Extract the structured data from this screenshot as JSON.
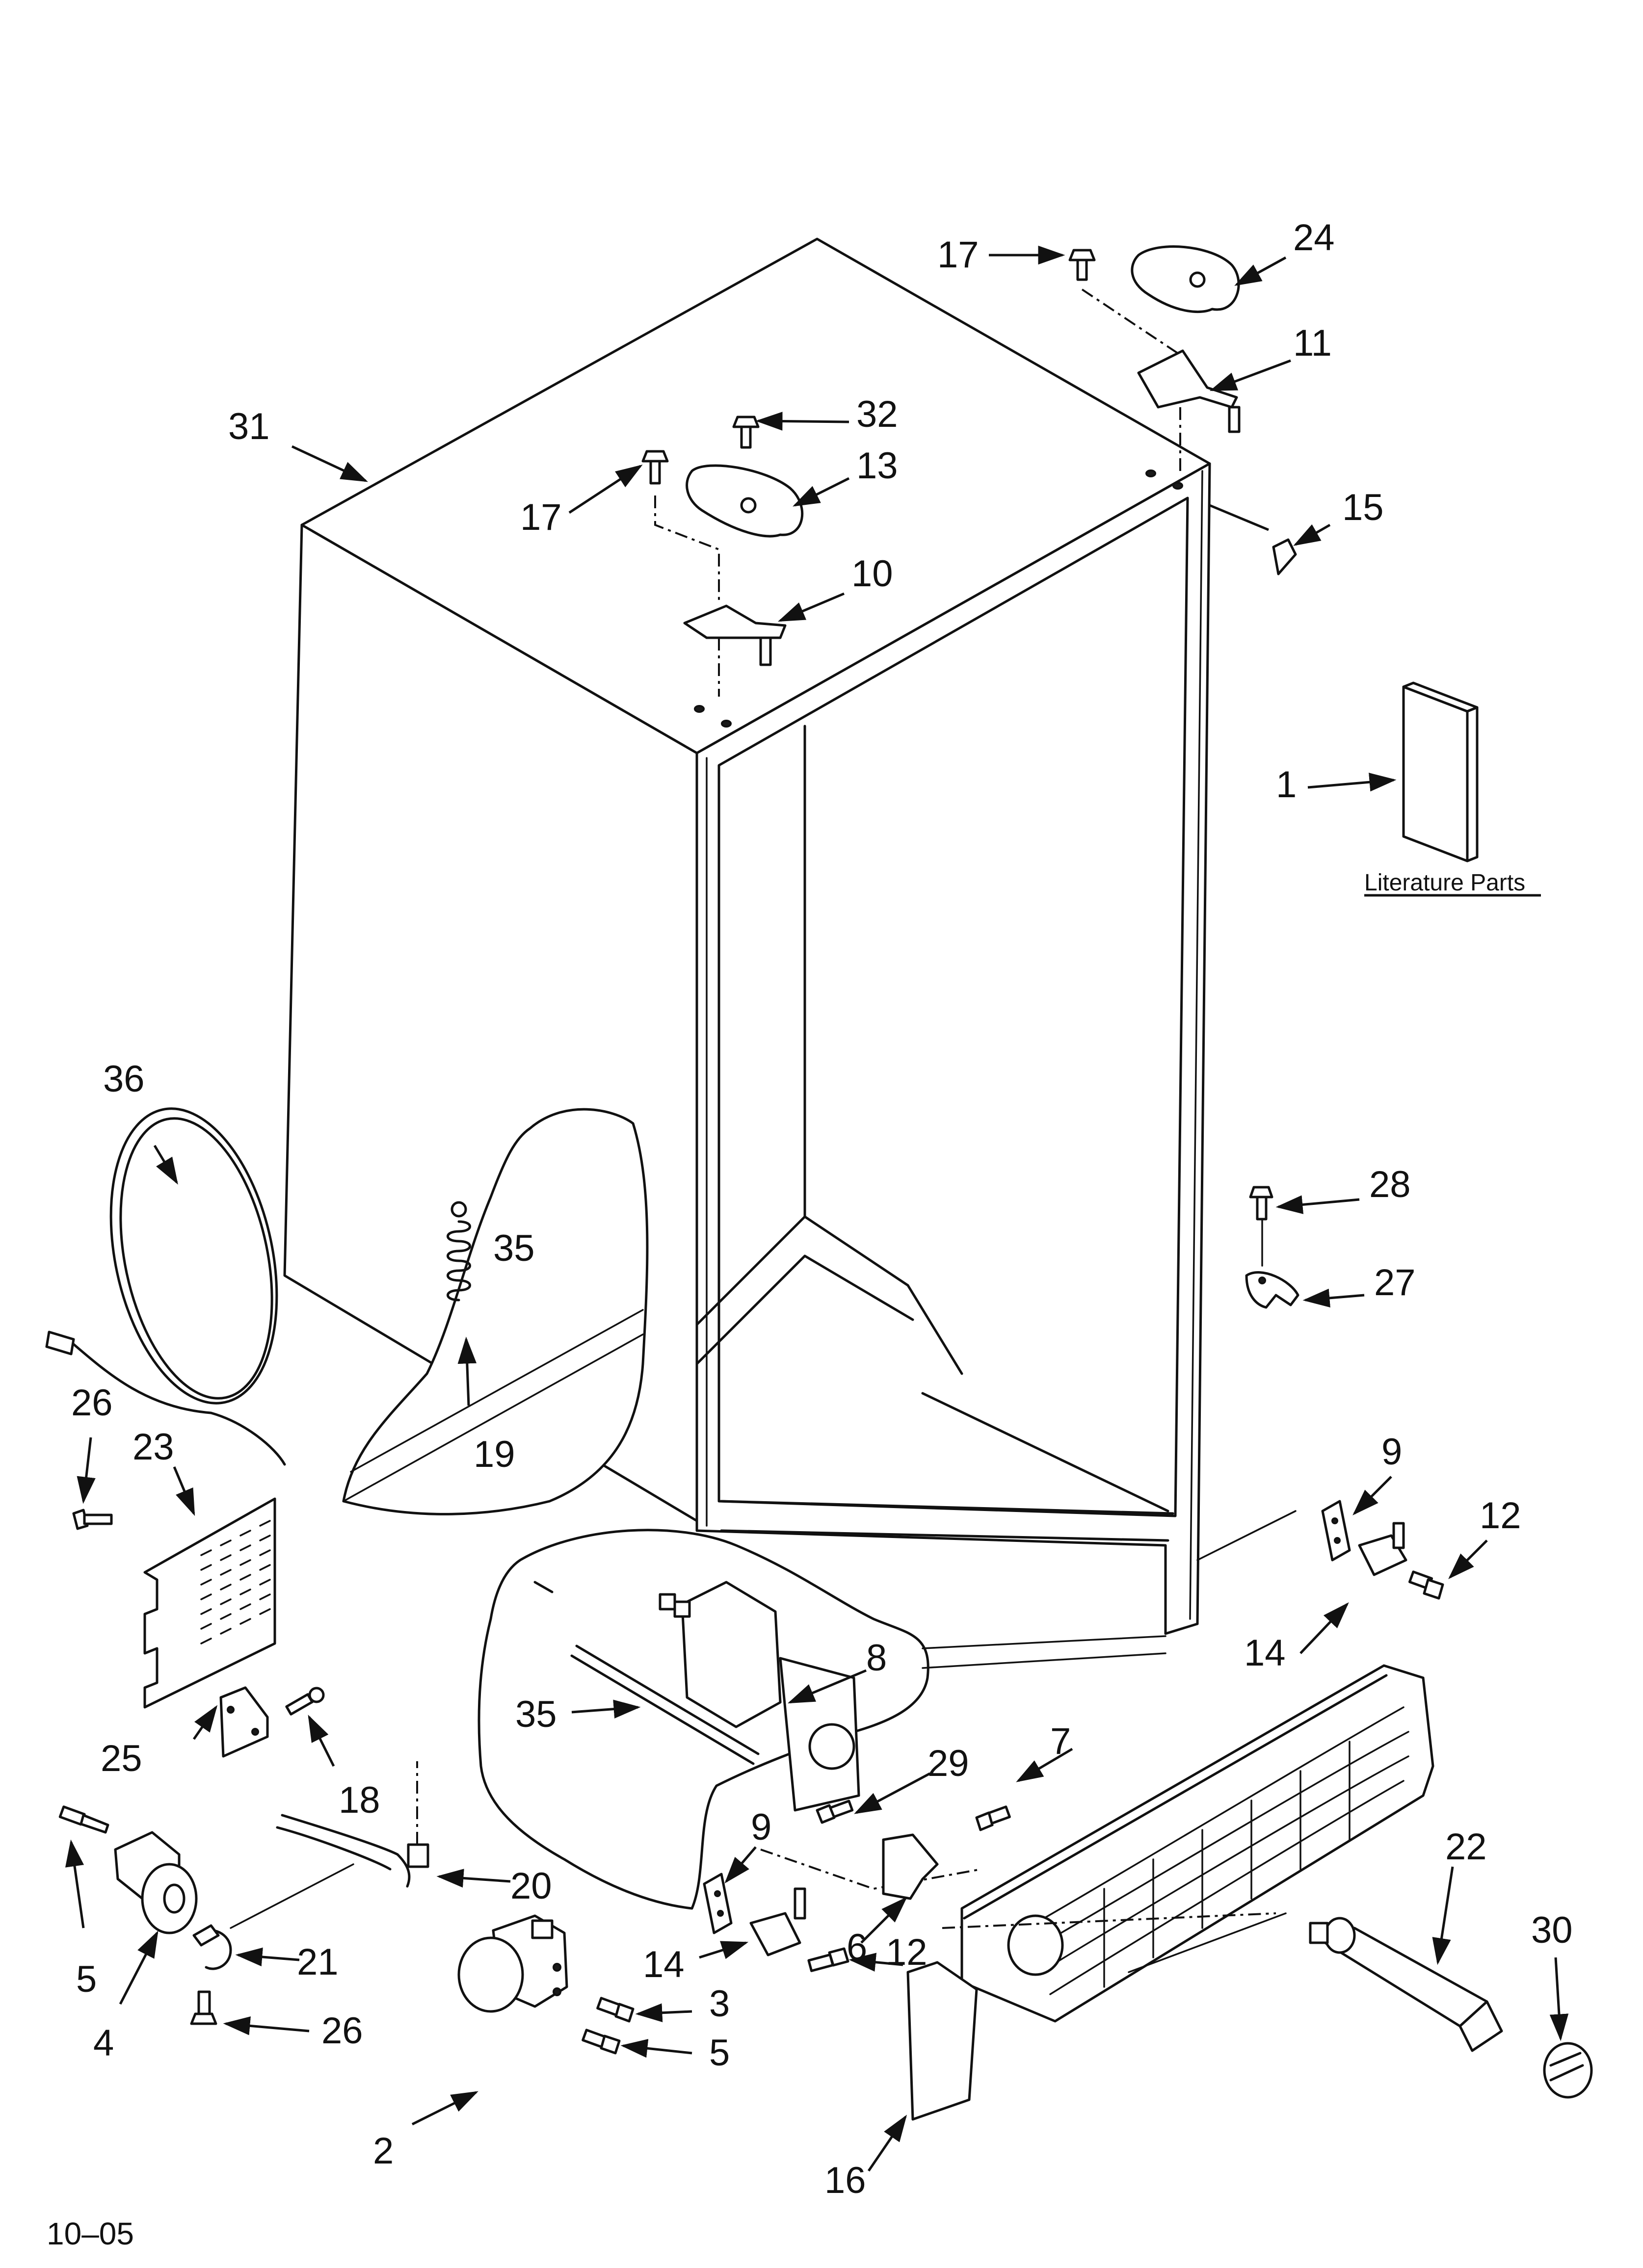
{
  "labels": {
    "n1": "1",
    "n2": "2",
    "n3": "3",
    "n4": "4",
    "n5a": "5",
    "n5b": "5",
    "n6": "6",
    "n7": "7",
    "n8": "8",
    "n9a": "9",
    "n9b": "9",
    "n10": "10",
    "n11": "11",
    "n12a": "12",
    "n12b": "12",
    "n13": "13",
    "n14a": "14",
    "n14b": "14",
    "n15": "15",
    "n16": "16",
    "n17a": "17",
    "n17b": "17",
    "n18": "18",
    "n19": "19",
    "n20": "20",
    "n21": "21",
    "n22": "22",
    "n23": "23",
    "n24": "24",
    "n25": "25",
    "n26a": "26",
    "n26b": "26",
    "n27": "27",
    "n28": "28",
    "n29": "29",
    "n30": "30",
    "n31": "31",
    "n32": "32",
    "n35a": "35",
    "n35b": "35",
    "n36": "36"
  },
  "literature_caption": "Literature Parts",
  "footer_code": "10–05"
}
